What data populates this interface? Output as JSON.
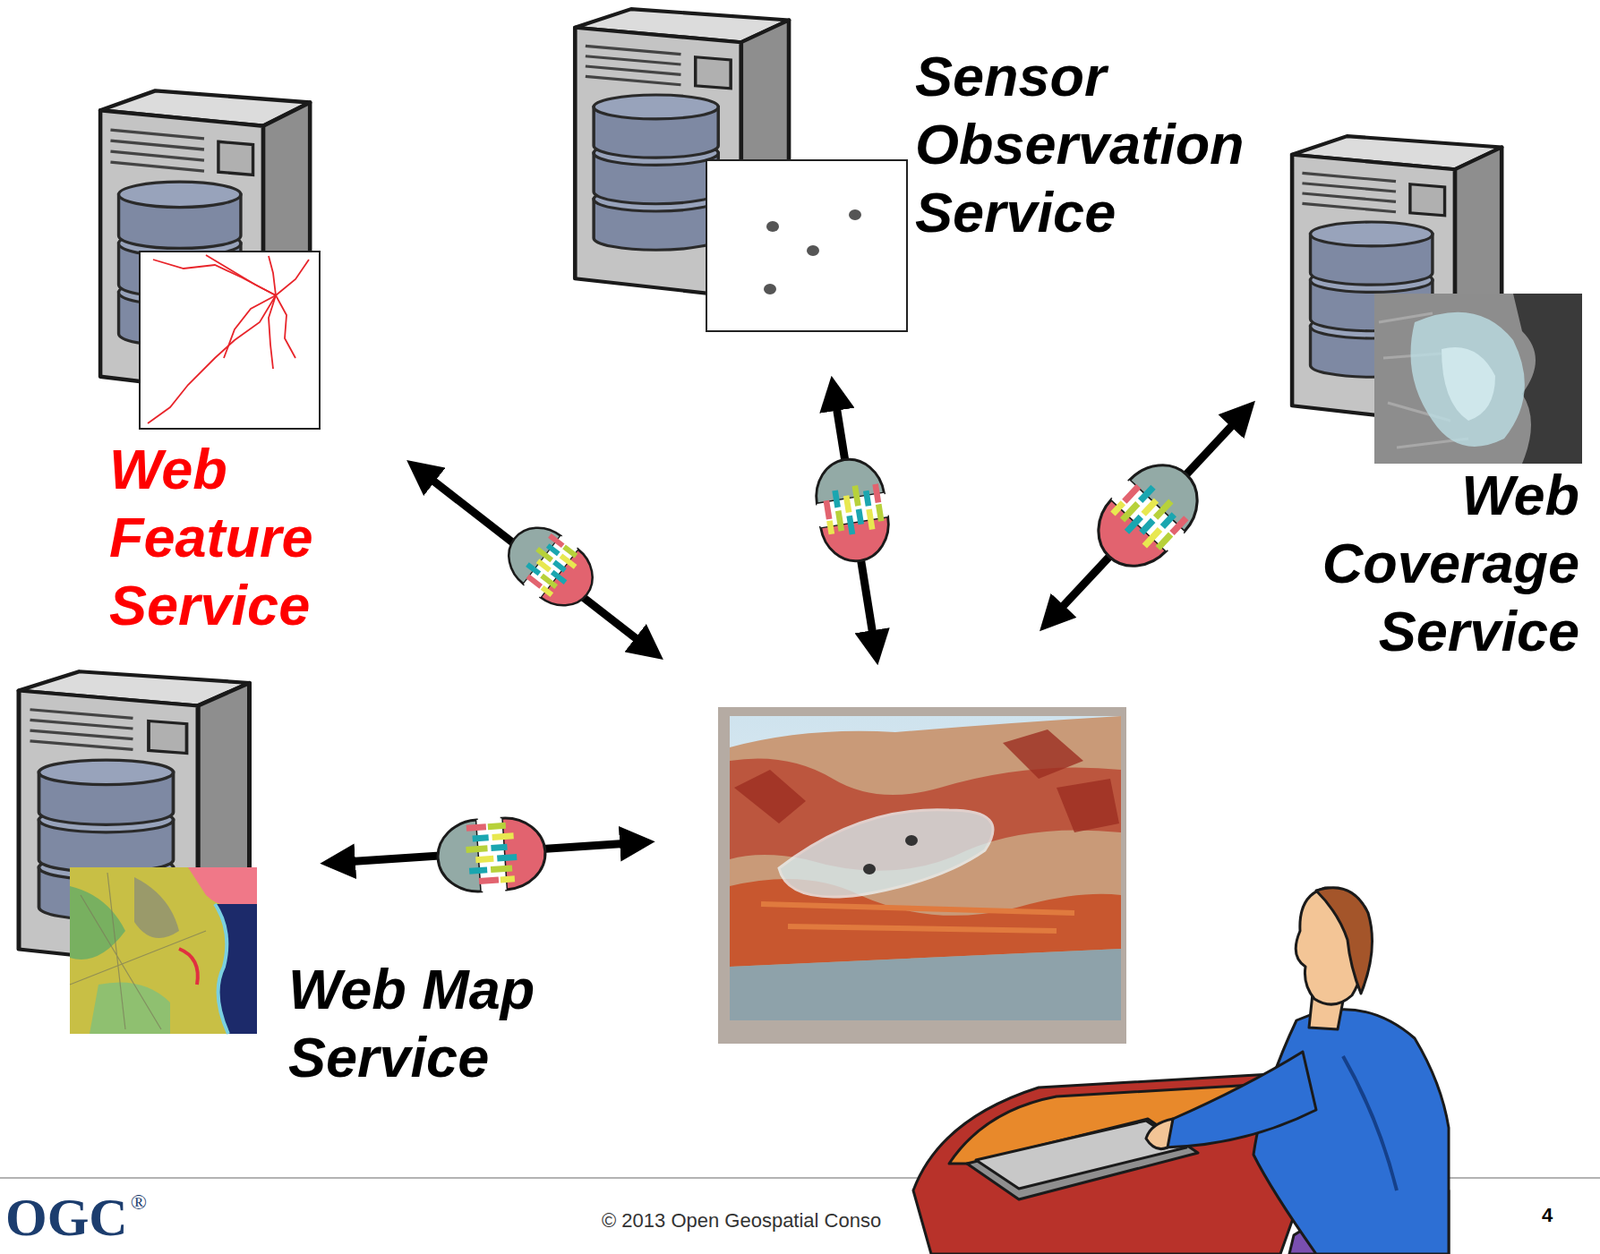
{
  "diagram": {
    "nodes": [
      {
        "text": [
          "Sensor Observation Service"
        ]
      },
      {
        "text": [
          "Web Feature Service"
        ]
      },
      {
        "text": [
          "Web Coverage Service"
        ]
      },
      {
        "text": [
          "Web Map Service"
        ]
      }
    ],
    "labels": [
      "OGC",
      "®",
      "© 2013 Open Geospatial Conso",
      "4"
    ]
  }
}
